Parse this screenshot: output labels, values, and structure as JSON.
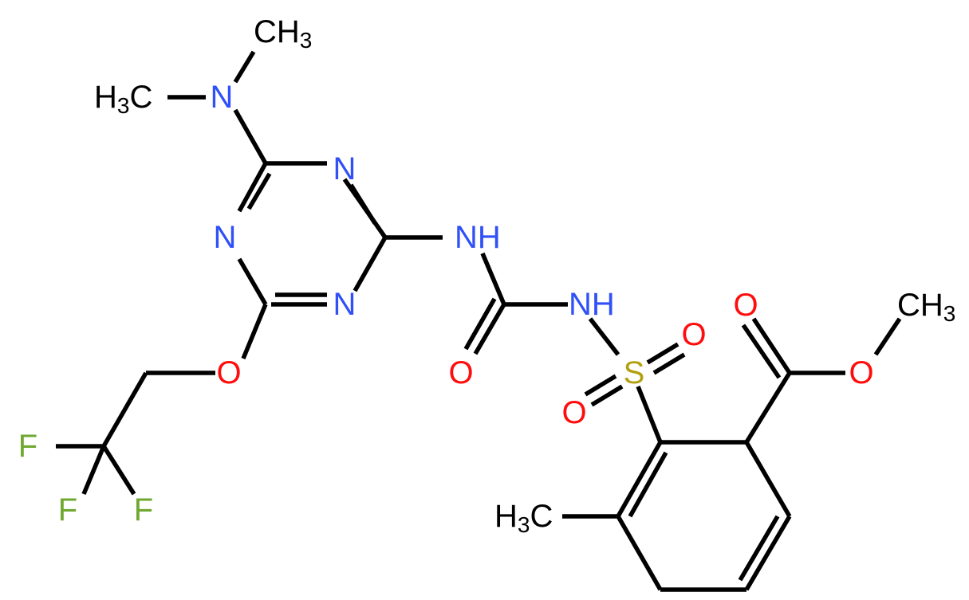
{
  "colors": {
    "bond": "#000000",
    "nitrogen": "#3050F8",
    "oxygen": "#FF0D0D",
    "sulfur": "#B2A010",
    "fluorine": "#6FA830",
    "carbon": "#000000"
  },
  "molecule": {
    "atoms": {
      "n_dimethyl": {
        "text": "N",
        "color": "nitrogen"
      },
      "ch3_top": {
        "text": "CH",
        "sub": "3",
        "color": "carbon"
      },
      "h3c_left": {
        "pre": "H",
        "sub": "3",
        "text": "C",
        "color": "carbon"
      },
      "n_ring_top": {
        "text": "N",
        "color": "nitrogen"
      },
      "n_ring_left": {
        "text": "N",
        "color": "nitrogen"
      },
      "n_ring_bottom": {
        "text": "N",
        "color": "nitrogen"
      },
      "nh_1": {
        "text": "NH",
        "color": "nitrogen"
      },
      "nh_2": {
        "text": "NH",
        "color": "nitrogen"
      },
      "o_urea": {
        "text": "O",
        "color": "oxygen"
      },
      "o_ether": {
        "text": "O",
        "color": "oxygen"
      },
      "s_sulfonyl": {
        "text": "S",
        "color": "sulfur"
      },
      "o_sulfonyl_1": {
        "text": "O",
        "color": "oxygen"
      },
      "o_sulfonyl_2": {
        "text": "O",
        "color": "oxygen"
      },
      "o_carbonyl": {
        "text": "O",
        "color": "oxygen"
      },
      "o_ester": {
        "text": "O",
        "color": "oxygen"
      },
      "ch3_ester": {
        "text": "CH",
        "sub": "3",
        "color": "carbon"
      },
      "h3c_aryl": {
        "pre": "H",
        "sub": "3",
        "text": "C",
        "color": "carbon"
      },
      "f_1": {
        "text": "F",
        "color": "fluorine"
      },
      "f_2": {
        "text": "F",
        "color": "fluorine"
      },
      "f_3": {
        "text": "F",
        "color": "fluorine"
      }
    }
  }
}
